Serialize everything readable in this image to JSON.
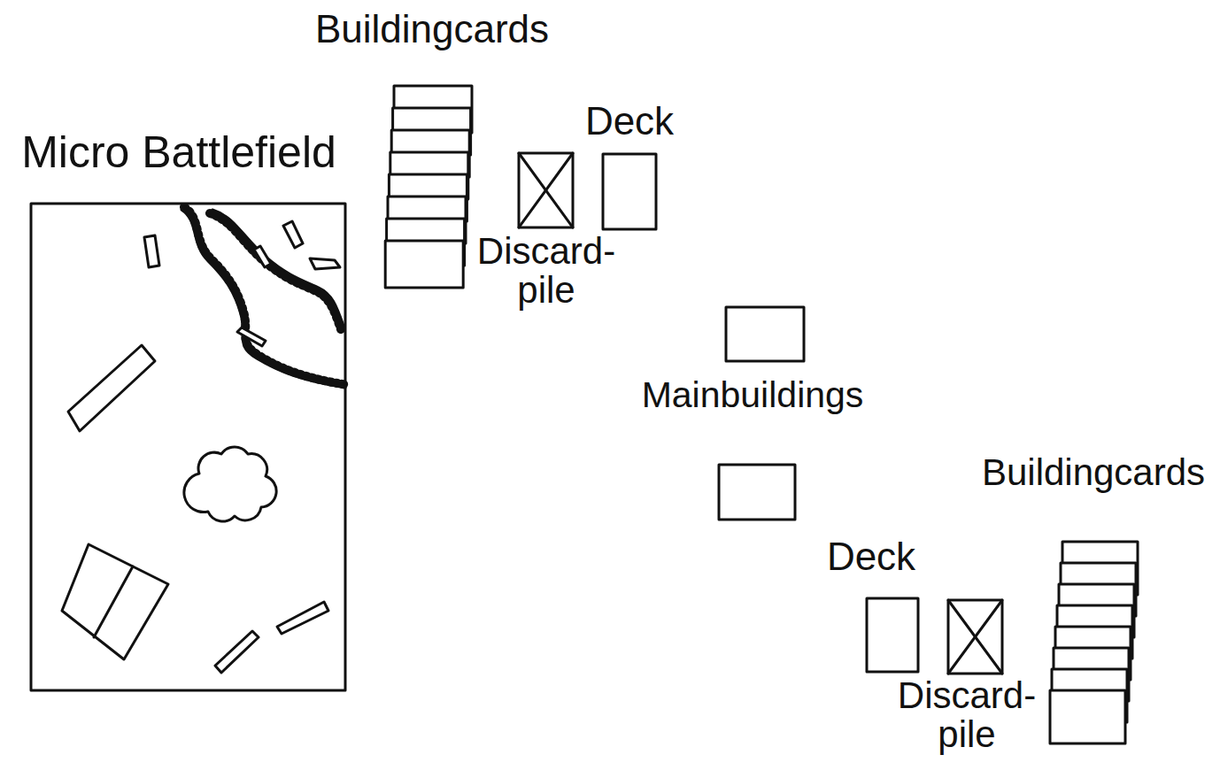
{
  "diagram": {
    "nodes": [
      {
        "text": [
          "Buildingcards"
        ]
      },
      {
        "text": [
          "Micro Battlefield"
        ]
      },
      {
        "text": [
          "Discard-pile"
        ]
      },
      {
        "text": [
          "Deck"
        ]
      },
      {
        "text": [
          "Deck"
        ]
      },
      {
        "text": [
          "Discard-pile"
        ]
      },
      {
        "text": [
          "Buildingcards"
        ]
      }
    ],
    "labels": [
      "Mainbuildings"
    ]
  }
}
